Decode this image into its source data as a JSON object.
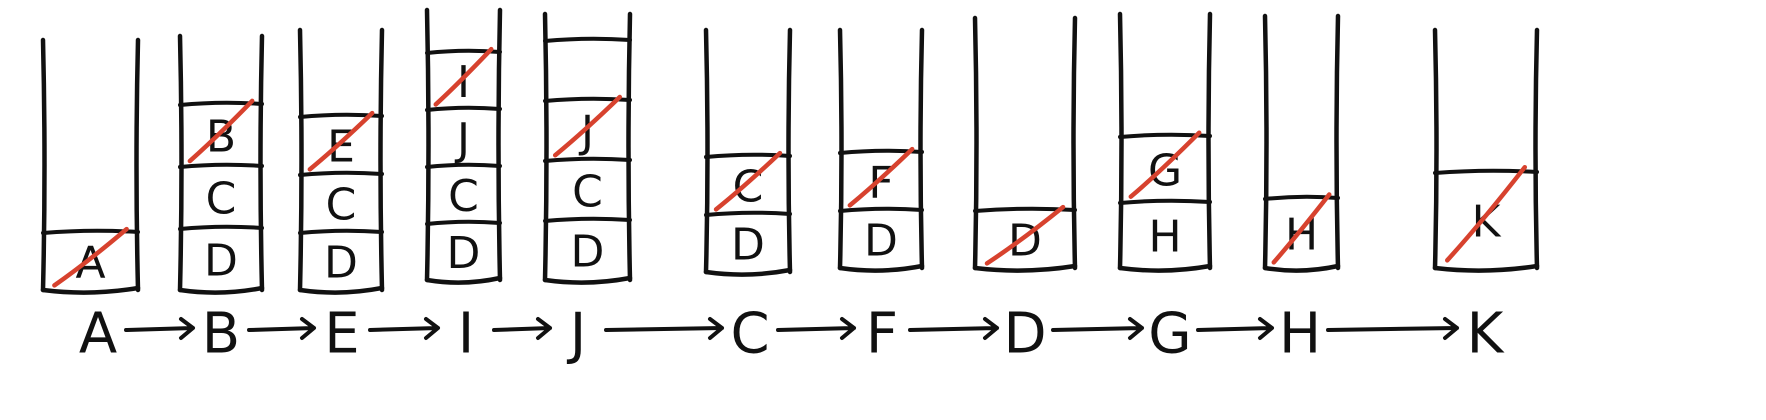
{
  "stacks": [
    {
      "cells": [
        "A"
      ],
      "crossed": [
        true
      ]
    },
    {
      "cells": [
        "D",
        "C",
        "B"
      ],
      "crossed": [
        false,
        false,
        true
      ]
    },
    {
      "cells": [
        "D",
        "C",
        "E"
      ],
      "crossed": [
        false,
        false,
        true
      ]
    },
    {
      "cells": [
        "D",
        "C",
        "J",
        "I"
      ],
      "crossed": [
        false,
        false,
        false,
        true
      ]
    },
    {
      "cells": [
        "D",
        "C",
        "J",
        ""
      ],
      "crossed": [
        false,
        false,
        true,
        false
      ]
    },
    {
      "cells": [
        "D",
        "C"
      ],
      "crossed": [
        false,
        true
      ]
    },
    {
      "cells": [
        "D",
        "F"
      ],
      "crossed": [
        false,
        true
      ]
    },
    {
      "cells": [
        "D"
      ],
      "crossed": [
        true
      ]
    },
    {
      "cells": [
        "H",
        "G"
      ],
      "crossed": [
        false,
        true
      ]
    },
    {
      "cells": [
        "H"
      ],
      "crossed": [
        true
      ]
    },
    {
      "cells": [
        "K"
      ],
      "crossed": [
        true
      ]
    }
  ],
  "sequence": [
    "A",
    "B",
    "E",
    "I",
    "J",
    "C",
    "F",
    "D",
    "G",
    "H",
    "K"
  ],
  "colors": {
    "ink": "#111111",
    "cross": "#d7422e"
  }
}
